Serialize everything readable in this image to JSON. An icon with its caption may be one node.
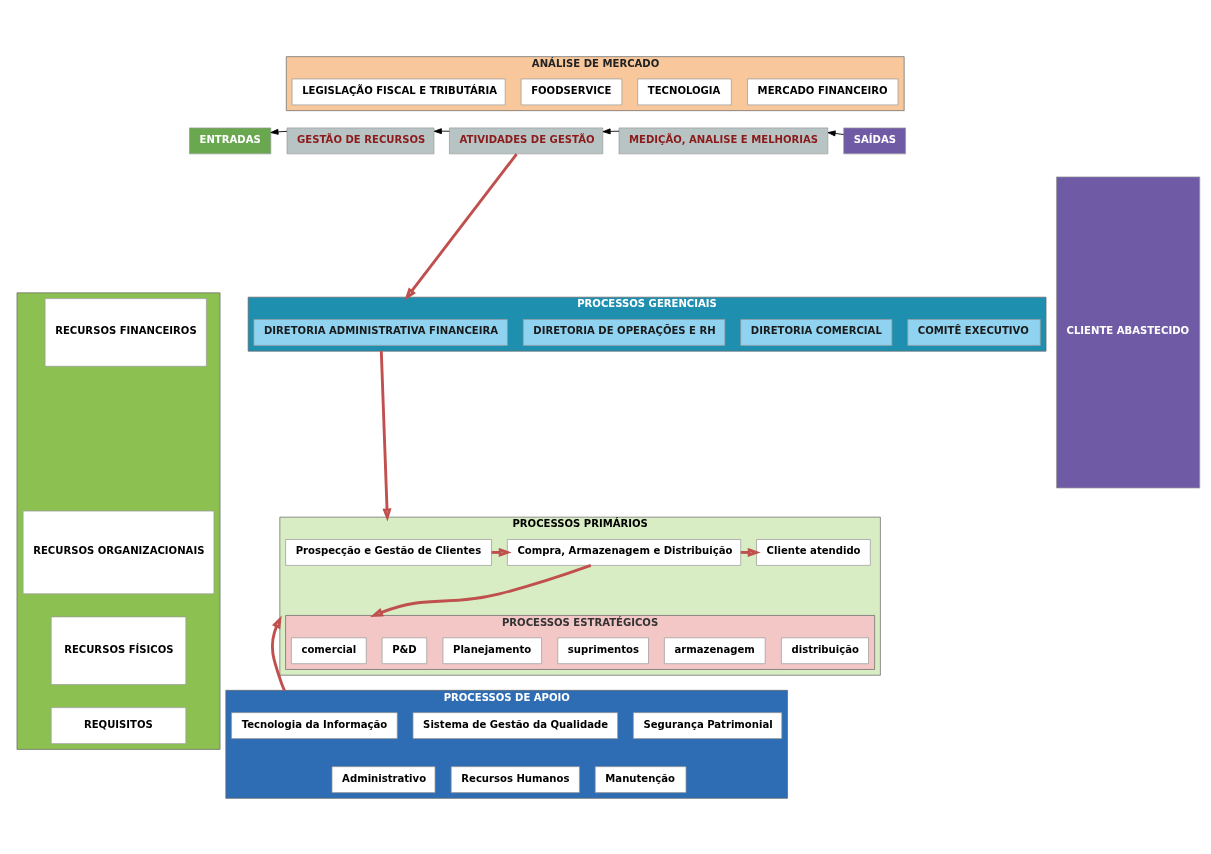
{
  "diagram": {
    "nodes": [
      {
        "text": [
          "ANÁLISE DE MERCADO"
        ]
      },
      {
        "text": [
          "LEGISLAÇÃO FISCAL E TRIBUTÁRIA"
        ],
        "in": 0
      },
      {
        "text": [
          "FOODSERVICE"
        ],
        "in": 0
      },
      {
        "text": [
          "TECNOLOGIA"
        ],
        "in": 0
      },
      {
        "text": [
          "MERCADO FINANCEIRO"
        ],
        "in": 0
      },
      {
        "text": [
          "ENTRADAS"
        ]
      },
      {
        "text": [
          "GESTÃO DE RECURSOS"
        ]
      },
      {
        "text": [
          "ATIVIDADES DE GESTÃO"
        ]
      },
      {
        "text": [
          "MEDIÇÃO, ANALISE E MELHORIAS"
        ]
      },
      {
        "text": [
          "SAÍDAS"
        ]
      },
      {
        "text": [],
        "shape": "box"
      },
      {
        "text": [
          "RECURSOS FINANCEIROS"
        ],
        "in": 10
      },
      {
        "text": [
          "RECURSOS ORGANIZACIONAIS"
        ],
        "in": 10
      },
      {
        "text": [
          "RECURSOS FÍSICOS"
        ],
        "in": 10
      },
      {
        "text": [
          "REQUISITOS"
        ],
        "in": 10
      },
      {
        "text": [
          "PROCESSOS GERENCIAIS"
        ]
      },
      {
        "text": [
          "DIRETORIA ADMINISTRATIVA FINANCEIRA"
        ],
        "in": 15
      },
      {
        "text": [
          "DIRETORIA DE OPERAÇÕES E RH"
        ],
        "in": 15
      },
      {
        "text": [
          "DIRETORIA COMERCIAL"
        ],
        "in": 15
      },
      {
        "text": [
          "COMITÊ EXECUTIVO"
        ],
        "in": 15
      },
      {
        "text": [
          "PROCESSOS PRIMÁRIOS"
        ]
      },
      {
        "text": [
          "Prospecção e Gestão de Clientes"
        ],
        "in": 20
      },
      {
        "text": [
          "Compra, Armazenagem e Distribuição"
        ],
        "in": 20
      },
      {
        "text": [
          "Cliente atendido"
        ],
        "in": 20
      },
      {
        "text": [
          "PROCESSOS ESTRATÉGICOS"
        ],
        "in": 20
      },
      {
        "text": [
          "comercial"
        ],
        "in": 24
      },
      {
        "text": [
          "P&D"
        ],
        "in": 24
      },
      {
        "text": [
          "Planejamento"
        ],
        "in": 24
      },
      {
        "text": [
          "suprimentos"
        ],
        "in": 24
      },
      {
        "text": [
          "armazenagem"
        ],
        "in": 24
      },
      {
        "text": [
          "distribuição"
        ],
        "in": 24
      },
      {
        "text": [
          "PROCESSOS DE APOIO"
        ]
      },
      {
        "text": [
          "Tecnologia da Informação"
        ],
        "in": 31
      },
      {
        "text": [
          "Sistema de Gestão da Qualidade"
        ],
        "in": 31
      },
      {
        "text": [
          "Segurança Patrimonial"
        ],
        "in": 31
      },
      {
        "text": [
          "Administrativo"
        ],
        "in": 31
      },
      {
        "text": [
          "Recursos Humanos"
        ],
        "in": 31
      },
      {
        "text": [
          "Manutenção"
        ],
        "in": 31
      },
      {
        "text": [
          "CLIENTE ABASTECIDO"
        ]
      }
    ],
    "edges": [
      {
        "from": 9,
        "to": 8,
        "arrow": "to",
        "color": "#000000"
      },
      {
        "from": 8,
        "to": 7,
        "arrow": "to",
        "color": "#000000"
      },
      {
        "from": 7,
        "to": 6,
        "arrow": "to",
        "color": "#000000"
      },
      {
        "from": 6,
        "to": 5,
        "arrow": "to",
        "color": "#000000"
      },
      {
        "from": 7,
        "to": 15,
        "arrow": "to"
      },
      {
        "from": 15,
        "to": 20,
        "arrow": "to"
      },
      {
        "from": 21,
        "to": 22,
        "arrow": "to"
      },
      {
        "from": 22,
        "to": 23,
        "arrow": "to"
      },
      {
        "from": 22,
        "to": 24,
        "arrow": "to"
      },
      {
        "from": 31,
        "to": 20,
        "arrow": "to"
      }
    ]
  }
}
